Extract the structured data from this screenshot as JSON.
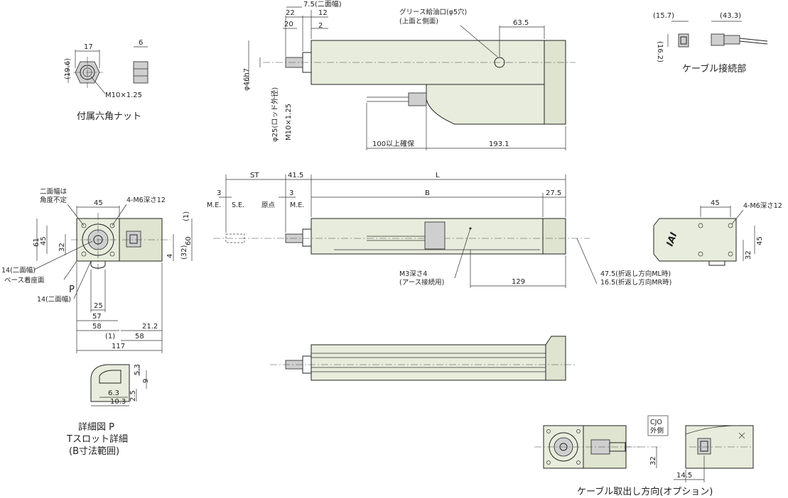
{
  "captions": {
    "nut": "付属六角ナット",
    "cable_connector": "ケーブル接続部",
    "detail_p_1": "詳細図 P",
    "detail_p_2": "Tスロット詳細",
    "detail_p_3": "(B寸法範囲)",
    "cable_exit": "ケーブル取出し方向(オプション)"
  },
  "notes": {
    "grease_1": "グリース給油口(φ5穴)",
    "grease_2": "(上面と側面)",
    "m3_1": "M3深さ4",
    "m3_2": "(アース接続用)",
    "turn_ml": "47.5(折返し方向ML時)",
    "turn_mr": "16.5(折返し方向MR時)",
    "flats_angle_1": "二面幅は",
    "flats_angle_2": "角度不定",
    "m6_left": "4-M6深さ12",
    "m6_right": "4-M6深さ12",
    "flats14_1": "14(二面幅)",
    "flats14_2": "14(二面幅)",
    "base_surface": "ベース着座面",
    "p_label": "P",
    "me_left": "M.E.",
    "se": "S.E.",
    "origin": "原点",
    "me_right": "M.E.",
    "cjo_1": "CJO",
    "cjo_2": "外側",
    "m10_nut": "M10×1.25",
    "m10_rod": "M10×1.25",
    "rod_od": "φ25(ロッド外径)",
    "phi46": "φ46h7",
    "clearance_100": "100以上確保",
    "flats_75": "7.5(二面幅)"
  },
  "dims": {
    "nut_17": "17",
    "nut_6": "6",
    "nut_196": "(19.6)",
    "top_22": "22",
    "top_20": "20",
    "top_12": "12",
    "top_2": "2",
    "top_635": "63.5",
    "top_1931": "193.1",
    "cc_157": "(15.7)",
    "cc_433": "(43.3)",
    "cc_162": "(16.2)",
    "st": "ST",
    "d415": "41.5",
    "L": "L",
    "B": "B",
    "d275": "27.5",
    "d3a": "3",
    "d3b": "3",
    "d129": "129",
    "l45": "45",
    "l61": "61",
    "l45v": "45",
    "l32": "32",
    "l25": "25",
    "l57": "57",
    "l58a": "58",
    "l58b": "58",
    "l212": "21.2",
    "l117": "117",
    "l1a": "(1)",
    "l1b": "(1)",
    "l60": "60",
    "l4": "4",
    "l32p": "(32)",
    "r45": "45",
    "r45v": "45",
    "r32": "32",
    "p53": "5.3",
    "p9": "9",
    "p25": "2.5",
    "p63": "6.3",
    "p103": "10.3",
    "b32": "32",
    "b145": "14.5"
  },
  "logo": "IAI"
}
